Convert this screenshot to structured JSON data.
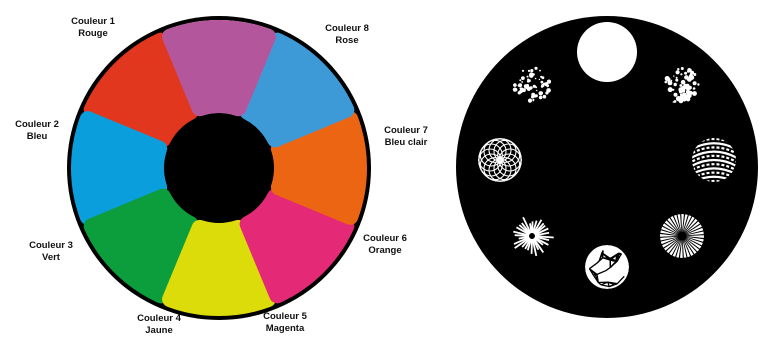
{
  "color_wheel": {
    "slots": [
      {
        "label": "Couleur 1",
        "name": "Rouge",
        "color": "#e2371f"
      },
      {
        "label": "Couleur 2",
        "name": "Bleu",
        "color": "#0a9fdc"
      },
      {
        "label": "Couleur 3",
        "name": "Vert",
        "color": "#0c9e3c"
      },
      {
        "label": "Couleur 4",
        "name": "Jaune",
        "color": "#dcdc0a"
      },
      {
        "label": "Couleur 5",
        "name": "Magenta",
        "color": "#e42a76"
      },
      {
        "label": "Couleur 6",
        "name": "Orange",
        "color": "#ec6512"
      },
      {
        "label": "Couleur 7",
        "name": "Bleu clair",
        "color": "#3e9ad6"
      },
      {
        "label": "Couleur 8",
        "name": "Rose",
        "color": "#b4569c"
      }
    ],
    "open_slot_color": "#ffffff",
    "disc_color": "#000000"
  },
  "gobo_wheel": {
    "disc_color": "#000000",
    "open_slot_color": "#ffffff",
    "gobos": [
      {
        "pattern": "dot-cluster"
      },
      {
        "pattern": "dot-cluster-dense"
      },
      {
        "pattern": "swirl-circles"
      },
      {
        "pattern": "curved-stripes"
      },
      {
        "pattern": "radial-starburst"
      },
      {
        "pattern": "radial-rays"
      },
      {
        "pattern": "shattered-glass"
      }
    ]
  }
}
